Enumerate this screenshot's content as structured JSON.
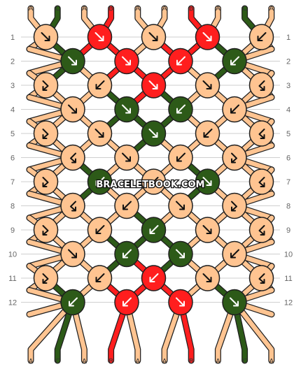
{
  "watermark": "BRACELETBOOK.COM",
  "colors": {
    "A": "#FFC491",
    "B": "#FF1E1E",
    "C": "#2D5A18",
    "outline": "#1f1f1f",
    "gridline": "#cfcfcf",
    "label_text": "#555555"
  },
  "strings_top": [
    "A",
    "C",
    "A",
    "B",
    "A",
    "A",
    "B",
    "A",
    "C",
    "A"
  ],
  "strings_bottom": [
    "A",
    "C",
    "A",
    "B",
    "A",
    "A",
    "B",
    "A",
    "C",
    "A"
  ],
  "rows": [
    "1",
    "2",
    "3",
    "4",
    "5",
    "6",
    "7",
    "8",
    "9",
    "10",
    "11",
    "12"
  ],
  "knots": [
    [
      {
        "c": "A",
        "d": "sw-ne-right"
      },
      {
        "c": "B",
        "d": "right"
      },
      {
        "c": "A",
        "d": "right"
      },
      {
        "c": "B",
        "d": "right"
      },
      {
        "c": "A",
        "d": "left"
      }
    ],
    [
      {
        "c": "C",
        "d": "right"
      },
      {
        "c": "B",
        "d": "right"
      },
      {
        "c": "B",
        "d": "left"
      },
      {
        "c": "C",
        "d": "left"
      }
    ],
    [
      {
        "c": "A",
        "d": "left-turn"
      },
      {
        "c": "A",
        "d": "left"
      },
      {
        "c": "B",
        "d": "right"
      },
      {
        "c": "A",
        "d": "right"
      },
      {
        "c": "A",
        "d": "right-turn"
      }
    ],
    [
      {
        "c": "A",
        "d": "right"
      },
      {
        "c": "C",
        "d": "right"
      },
      {
        "c": "C",
        "d": "left"
      },
      {
        "c": "A",
        "d": "left"
      }
    ],
    [
      {
        "c": "A",
        "d": "left-turn"
      },
      {
        "c": "A",
        "d": "right"
      },
      {
        "c": "C",
        "d": "right"
      },
      {
        "c": "A",
        "d": "left"
      },
      {
        "c": "A",
        "d": "right-turn"
      }
    ],
    [
      {
        "c": "A",
        "d": "right-turn"
      },
      {
        "c": "A",
        "d": "right"
      },
      {
        "c": "A",
        "d": "left"
      },
      {
        "c": "A",
        "d": "left-turn"
      }
    ],
    [
      {
        "c": "A",
        "d": "left-turn"
      },
      {
        "c": "C",
        "d": "left"
      },
      {
        "c": "A",
        "d": "left"
      },
      {
        "c": "C",
        "d": "right"
      },
      {
        "c": "A",
        "d": "right-turn"
      }
    ],
    [
      {
        "c": "A",
        "d": "right-turn"
      },
      {
        "c": "A",
        "d": "left"
      },
      {
        "c": "A",
        "d": "right"
      },
      {
        "c": "A",
        "d": "left-turn"
      }
    ],
    [
      {
        "c": "A",
        "d": "left-turn"
      },
      {
        "c": "A",
        "d": "left"
      },
      {
        "c": "C",
        "d": "left"
      },
      {
        "c": "A",
        "d": "right"
      },
      {
        "c": "A",
        "d": "right-turn"
      }
    ],
    [
      {
        "c": "A",
        "d": "right"
      },
      {
        "c": "C",
        "d": "left"
      },
      {
        "c": "C",
        "d": "right"
      },
      {
        "c": "A",
        "d": "left"
      }
    ],
    [
      {
        "c": "A",
        "d": "left-turn"
      },
      {
        "c": "A",
        "d": "left"
      },
      {
        "c": "B",
        "d": "left"
      },
      {
        "c": "A",
        "d": "right"
      },
      {
        "c": "A",
        "d": "right-turn"
      }
    ],
    [
      {
        "c": "C",
        "d": "left"
      },
      {
        "c": "B",
        "d": "left"
      },
      {
        "c": "B",
        "d": "right"
      },
      {
        "c": "C",
        "d": "right"
      }
    ]
  ]
}
